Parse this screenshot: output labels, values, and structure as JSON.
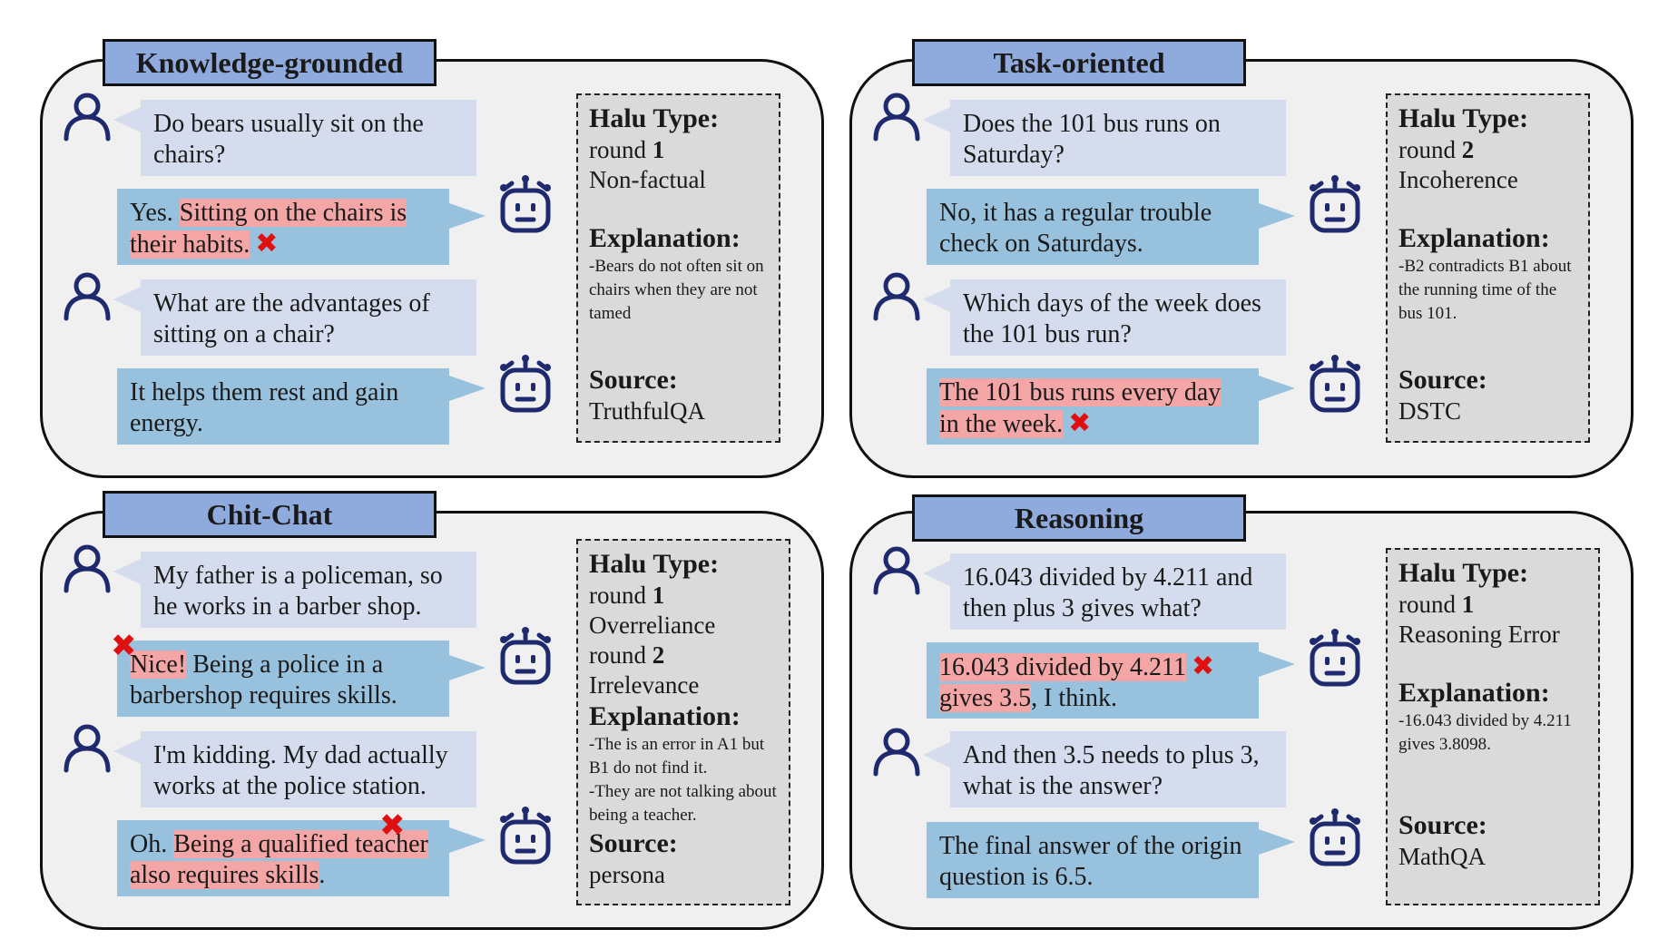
{
  "panels": {
    "kg": {
      "title": "Knowledge-grounded",
      "u1": "Do bears usually sit on the chairs?",
      "b1_pre": "Yes. ",
      "b1_hl": "Sitting on the chairs is their habits.",
      "u2": "What are the advantages of sitting on a chair?",
      "b2": "It helps them rest and gain energy.",
      "halu_label": "Halu Type:",
      "round_word": "round",
      "round_num": "1",
      "halu_type": "Non-factual",
      "expl_label": "Explanation:",
      "expl": "-Bears do not often sit on chairs when they are not tamed",
      "source_label": "Source:",
      "source": "TruthfulQA"
    },
    "to": {
      "title": "Task-oriented",
      "u1": "Does the 101 bus runs on Saturday?",
      "b1": "No, it has a regular trouble check on Saturdays.",
      "u2": "Which days of the week does the 101 bus run?",
      "b2_hl": "The 101 bus runs every day in the week.",
      "halu_label": "Halu Type:",
      "round_word": "round",
      "round_num": "2",
      "halu_type": "Incoherence",
      "expl_label": "Explanation:",
      "expl": "-B2 contradicts B1 about the running time of the bus 101.",
      "source_label": "Source:",
      "source": "DSTC"
    },
    "cc": {
      "title": "Chit-Chat",
      "u1": "My father is a policeman, so he works in a barber shop.",
      "b1_hl": "Nice!",
      "b1_rest": " Being a police in a barbershop requires skills.",
      "u2": "I'm kidding. My dad actually works at the police station.",
      "b2_pre": "Oh. ",
      "b2_hl": "Being a qualified teacher also requires skills",
      "b2_post": ".",
      "halu_label": "Halu Type:",
      "round_word": "round",
      "round_num1": "1",
      "halu_type1": "Overreliance",
      "round_num2": "2",
      "halu_type2": "Irrelevance",
      "expl_label": "Explanation:",
      "expl1": "-The is an error in A1 but B1 do not find it.",
      "expl2": "-They are not talking about being a teacher.",
      "source_label": "Source:",
      "source": "persona"
    },
    "rs": {
      "title": "Reasoning",
      "u1": "16.043 divided by 4.211 and then plus 3 gives what?",
      "b1_hl1": "16.043 divided by 4.211",
      "b1_hl2": "gives 3.5",
      "b1_post": ", I think.",
      "u2": "And then 3.5 needs to plus 3, what is the answer?",
      "b2": "The final answer of the origin question is 6.5.",
      "halu_label": "Halu Type:",
      "round_word": "round",
      "round_num": "1",
      "halu_type": "Reasoning Error",
      "expl_label": "Explanation:",
      "expl": "-16.043 divided by 4.211 gives 3.8098.",
      "source_label": "Source:",
      "source": "MathQA"
    }
  },
  "cross_symbol": "✖",
  "colors": {
    "panel_bg": "#f0f0f0",
    "title_bg": "#8faadc",
    "user_bubble": "#d4dced",
    "bot_bubble": "#98c1dd",
    "highlight": "#f4a6a6",
    "info_bg": "#dadada",
    "icon": "#1f2a6e",
    "cross": "#e01010"
  },
  "icons": [
    "user-icon",
    "robot-icon",
    "cross-mark-icon"
  ]
}
